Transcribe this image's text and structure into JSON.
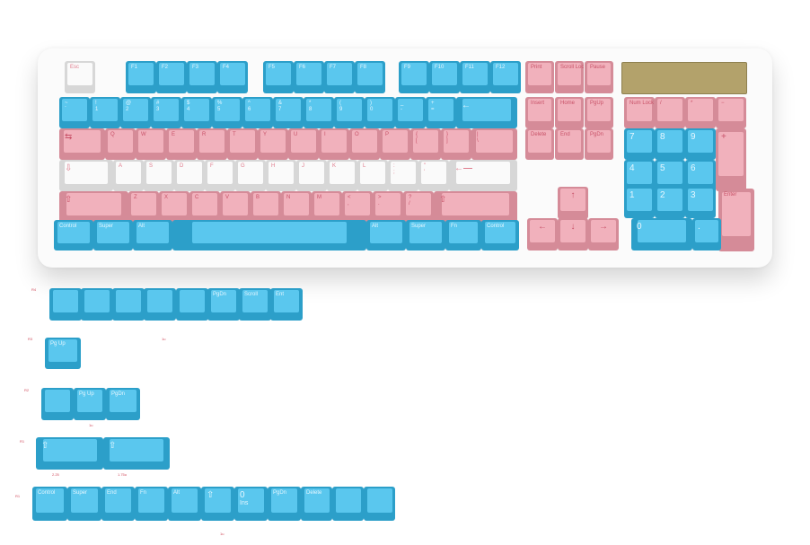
{
  "colors": {
    "blue": "#5ac7ee",
    "pink": "#f1b1bc",
    "white": "#fafafa",
    "plate": "#b3a26b",
    "tag": "#d04b5c"
  },
  "keyboard": {
    "f_row": {
      "esc": "Esc",
      "f1": "F1",
      "f2": "F2",
      "f3": "F3",
      "f4": "F4",
      "f5": "F5",
      "f6": "F6",
      "f7": "F7",
      "f8": "F8",
      "f9": "F9",
      "f10": "F10",
      "f11": "F11",
      "f12": "F12",
      "print": "Print",
      "scroll": "Scroll Lock",
      "pause": "Pause"
    },
    "number_row": {
      "k1": "~\n`",
      "k2": "!\n1",
      "k3": "@\n2",
      "k4": "#\n3",
      "k5": "$\n4",
      "k6": "%\n5",
      "k7": "^\n6",
      "k8": "&\n7",
      "k9": "*\n8",
      "k10": "(\n9",
      "k11": ")\n0",
      "k12": "_\n-",
      "k13": "+\n=",
      "backspace": "←"
    },
    "top_row": {
      "tab": "⇆",
      "q": "Q",
      "w": "W",
      "e": "E",
      "r": "R",
      "t": "T",
      "y": "Y",
      "u": "U",
      "i": "I",
      "o": "O",
      "p": "P",
      "lb": "{\n[",
      "rb": "}\n]",
      "bs": "|\n\\"
    },
    "home_row": {
      "caps": "⇩",
      "a": "A",
      "s": "S",
      "d": "D",
      "f": "F",
      "g": "G",
      "h": "H",
      "j": "J",
      "k": "K",
      "l": "L",
      "semi": ":\n;",
      "quote": "\"\n'",
      "enter": "←⎯⎯"
    },
    "bottom_row": {
      "lshift": "⇧",
      "z": "Z",
      "x": "X",
      "c": "C",
      "v": "V",
      "b": "B",
      "n": "N",
      "m": "M",
      "comma": "<\n,",
      "period": ">\n.",
      "slash": "?\n/",
      "rshift": "⇧"
    },
    "mod_row": {
      "lctrl": "Control",
      "lsuper": "Super",
      "lalt": "Alt",
      "ralt": "Alt",
      "rsuper": "Super",
      "fn": "Fn",
      "rctrl": "Control"
    },
    "nav": {
      "insert": "Insert",
      "home": "Home",
      "pgup": "PgUp",
      "delete": "Delete",
      "end": "End",
      "pgdn": "PgDn"
    },
    "arrows": {
      "up": "↑",
      "left": "←",
      "down": "↓",
      "right": "→"
    },
    "numpad": {
      "numlock": "Num Lock",
      "div": "/",
      "mul": "*",
      "minus": "−",
      "n7": "7",
      "n8": "8",
      "n9": "9",
      "plus": "+",
      "n4": "4",
      "n5": "5",
      "n6": "6",
      "n1": "1",
      "n2": "2",
      "n3": "3",
      "enter": "Enter",
      "n0": "0",
      "dot": "."
    }
  },
  "extras": {
    "row1": {
      "tag": "R4",
      "k4": "PgDn",
      "k5": "Scroll",
      "k6": "Ent"
    },
    "row2": {
      "tag": "R3",
      "k1": "Pg Up",
      "size": "1u"
    },
    "row3": {
      "tag": "R2",
      "k2": "Pg Up",
      "k3": "PgDn",
      "size": "1u"
    },
    "row4": {
      "tag": "R1",
      "k1": "⇧",
      "k2": "⇧",
      "size1": "2.25",
      "size2": "1.75u"
    },
    "row5": {
      "tag": "R1",
      "k1": "Control",
      "k2": "Super",
      "k3": "End",
      "k4": "Fn",
      "k5": "Alt",
      "k6": "⇧",
      "k7": "0",
      "k7b": "Ins",
      "k8": "PgDn",
      "k9": "Delete",
      "size": "1u"
    }
  }
}
